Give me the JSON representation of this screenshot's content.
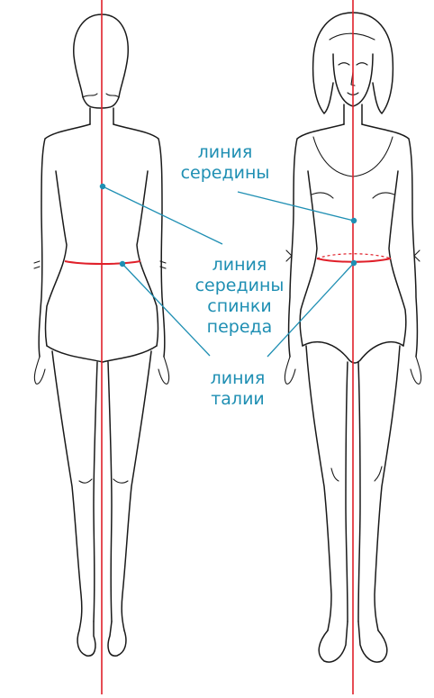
{
  "colors": {
    "outline": "#1a1a1a",
    "center_line": "#e0202a",
    "waist_line": "#e0202a",
    "leader": "#1f8fb3",
    "label_text": "#1f8fb3"
  },
  "figures": [
    {
      "view": "back",
      "icon": "female-figure-back-view"
    },
    {
      "view": "front",
      "icon": "female-figure-front-view"
    }
  ],
  "labels": {
    "middle_line_front": {
      "line1": "линия",
      "line2": "середины"
    },
    "middle_line_back": {
      "line1": "линия",
      "line2": "середины",
      "line3": "спинки",
      "line4": "переда"
    },
    "waist_line": {
      "line1": "линия",
      "line2": "талии"
    }
  }
}
